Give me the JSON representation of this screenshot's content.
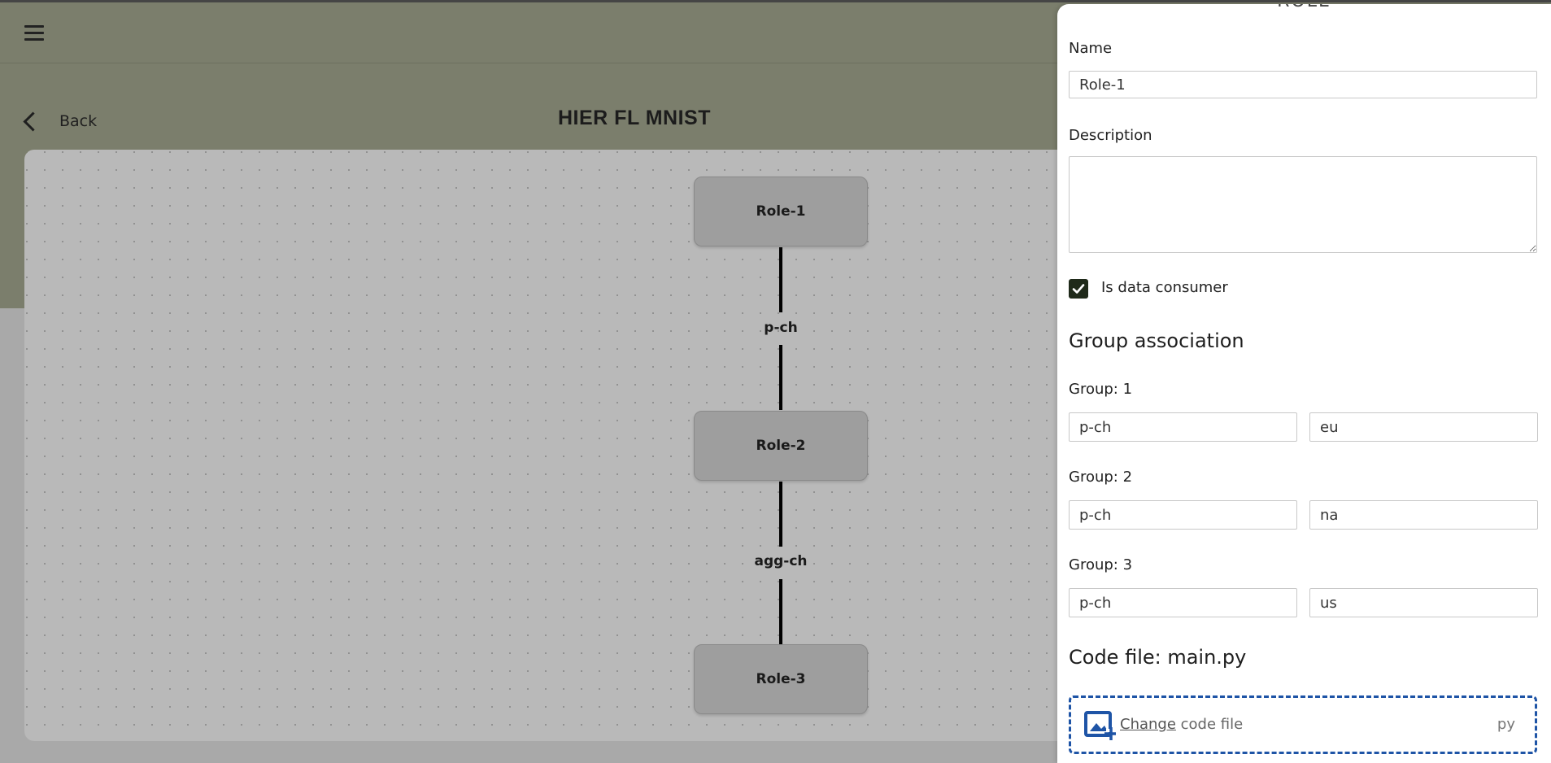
{
  "header": {
    "back_label": "Back",
    "project_title": "HIER FL MNIST"
  },
  "graph": {
    "nodes": [
      {
        "label": "Role-1"
      },
      {
        "label": "Role-2"
      },
      {
        "label": "Role-3"
      }
    ],
    "edges": [
      {
        "label": "p-ch"
      },
      {
        "label": "agg-ch"
      }
    ]
  },
  "drawer": {
    "heading": "ROLE",
    "name_label": "Name",
    "name_value": "Role-1",
    "description_label": "Description",
    "description_value": "",
    "data_consumer_label": "Is data consumer",
    "data_consumer_checked": true,
    "group_association_title": "Group association",
    "groups": [
      {
        "label": "Group: 1",
        "channel": "p-ch",
        "value": "eu"
      },
      {
        "label": "Group: 2",
        "channel": "p-ch",
        "value": "na"
      },
      {
        "label": "Group: 3",
        "channel": "p-ch",
        "value": "us"
      }
    ],
    "code_file_title": "Code file: main.py",
    "upload": {
      "link_text": "Change",
      "text": " code file",
      "extension": "py"
    }
  },
  "colors": {
    "accent": "#1e54a6",
    "checkbox": "#1f2a1a",
    "header_bg": "#7b7e6c"
  }
}
